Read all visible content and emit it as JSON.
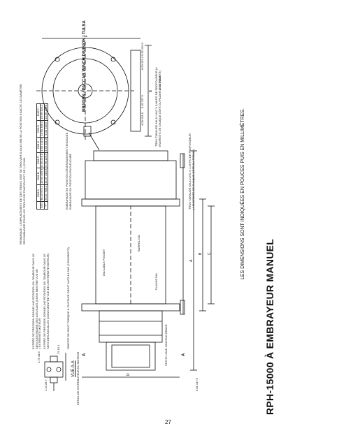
{
  "title": "RPH-15000 À EMBRAYEUR MANUEL",
  "page_number": "27",
  "units_note": "LES DIMENSIONS SONT INDIQUÉES EN POUCES PUIS EN MILLIMÈTRES.",
  "detail": {
    "title": "VUE A-A",
    "caption": "DÉTAIL DE DISTRIBUTEUR DU MOTEUR",
    "port_note": "ORIFICE DE JOINT TORIQUE À FILETAGE DROIT 0,875-14 SAE (2 ENDROITS)",
    "pressure_note_1": "ENTRÉE DE PRESSION DONNE UNE ROTATION DU TAMBOUR DANS LE SENS CONTRAIRE DES AIGUILLES (CONS MONTRE VUE DE L'EXTRÉMITÉ MOTEUR",
    "pressure_note_2": "ENTRÉE DE PRESSION DONNE UNE ROTATION DU TAMBOUR DANS LE SENS DES AIGUILLES (CONS MONTRE VUE DE L'EXTRÉMITÉ MOTEUR)",
    "dim_1": "1.13 28.7",
    "dim_2": ".75 19.1",
    "dim_3": "1.75 44.5"
  },
  "labels": {
    "static_load": "STATIC LOAD HOLDING BRAKE",
    "clutch_engaged": "EMBRAYAGE EN POSITION DÉSENGAGEMENT ENGAGÉE EMBRAYAGE EN POSITION ENCLENCHÉE",
    "cable_pocket": "DIA CABLE POCKET",
    "barrel_dia": "BARREL DIA",
    "flange_dia": "FLANGE DIA",
    "mounting_holes": "TROU TARAUDÉ 5/8-11 UNC X 1.25 PO DE PROFONDEUR (4 ENDROITS DE CHAQUE CÔTÉ DU TREUIL)",
    "holes_top": "TROU TARAUDÉ 5/8-11 UNC X 0,88 PO DE PROFONDEUR (4 ENDROITS DE CHAQUE CÔTÉ DU PALIER D'EXTRÉMITÉ)",
    "remark": "REMARQUE : L'EMPLACEMENT DE CES TROUS DOIT SE TROUVER À ±0,03 MM DE LA POSITION EXACTE. LE DIAMÈTRE RECOMMANDÉ POUR LES TROUS DE FIXATION EST DE 1,13 MM.",
    "drum_brand": "BRADEN / PACCAR WINCH DIVISION / TULSA",
    "letters": [
      "A",
      "B",
      "C",
      "D",
      "E",
      "F",
      "A",
      "A"
    ],
    "dim_a": "5.81 147.6",
    "dim_b": "4.00 101.6",
    "dim_c": "5.02 127.5",
    "dim_d": "12.00 304.8",
    "dim_e": "6.00 152.4",
    "dim_f": "9.25 235.0"
  },
  "table": {
    "headers": [
      "",
      "DIM A",
      "DIM B",
      "DIM C",
      "DIM D",
      "DIM E",
      "DIM F*"
    ],
    "rows": [
      [
        "STD",
        "38.43 976.2",
        "19.93 499.9",
        "8.50 216.0",
        "4.50 114.3",
        "14.50 368.3",
        "16.69 424.2"
      ],
      [
        "\"Y\"",
        "29.07 738.3",
        "16.37 415.6",
        "5.90 149.9",
        "4.50 101.6",
        "9.00 228.6",
        "13.56 344.4"
      ]
    ]
  }
}
